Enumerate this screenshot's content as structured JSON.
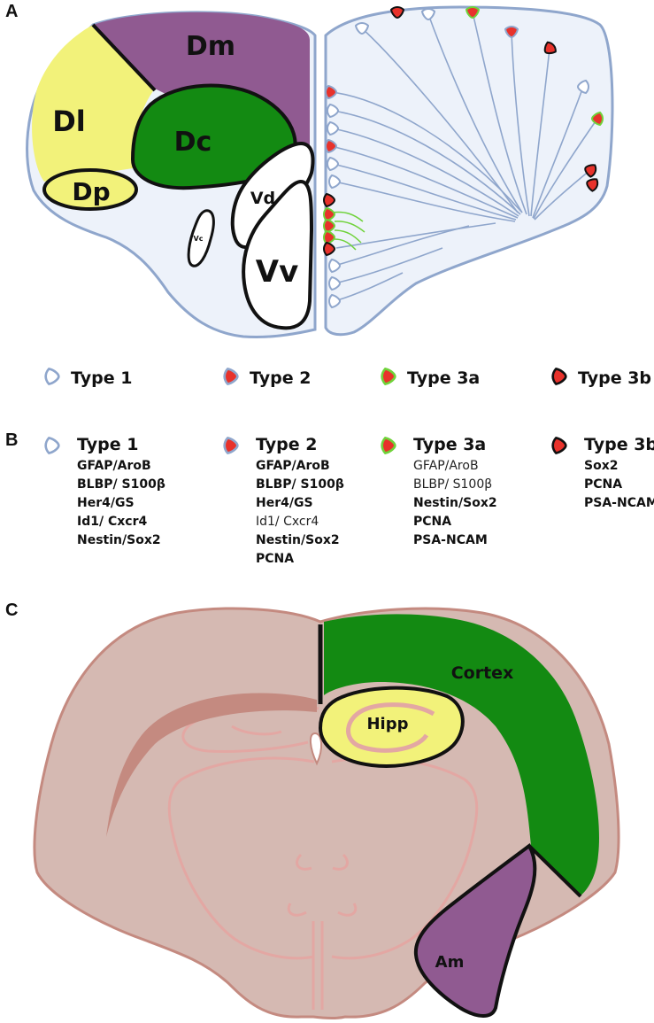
{
  "panels": {
    "a": "A",
    "b": "B",
    "c": "C"
  },
  "regions_a": {
    "dm": "Dm",
    "dl": "Dl",
    "dc": "Dc",
    "dp": "Dp",
    "vd": "Vd",
    "vc": "Vc",
    "vv": "Vv"
  },
  "cell_types": [
    {
      "label": "Type 1",
      "icon": "radial-glia-empty-icon",
      "fill": "#ffffff",
      "stroke": "#8fa6cc"
    },
    {
      "label": "Type 2",
      "icon": "radial-glia-red-icon",
      "fill": "#e8322b",
      "stroke": "#8fa6cc"
    },
    {
      "label": "Type 3a",
      "icon": "neuroblast-green-icon",
      "fill": "#e8322b",
      "stroke": "#6fd23a"
    },
    {
      "label": "Type 3b",
      "icon": "neuroblast-black-icon",
      "fill": "#e8322b",
      "stroke": "#111111"
    }
  ],
  "markers": [
    {
      "title": "Type 1",
      "lines": [
        {
          "text": "GFAP/AroB",
          "positive": true
        },
        {
          "text": "BLBP/ S100β",
          "positive": true
        },
        {
          "text": "Her4/GS",
          "positive": true
        },
        {
          "text": "Id1/ Cxcr4",
          "positive": true
        },
        {
          "text": "Nestin/Sox2",
          "positive": true
        }
      ]
    },
    {
      "title": "Type 2",
      "lines": [
        {
          "text": "GFAP/AroB",
          "positive": true
        },
        {
          "text": "BLBP/ S100β",
          "positive": true
        },
        {
          "text": "Her4/GS",
          "positive": true
        },
        {
          "text": "Id1/ Cxcr4",
          "positive": false
        },
        {
          "text": "Nestin/Sox2",
          "positive": true
        },
        {
          "text": "PCNA",
          "positive": true
        }
      ]
    },
    {
      "title": "Type 3a",
      "lines": [
        {
          "text": "GFAP/AroB",
          "positive": false
        },
        {
          "text": "BLBP/ S100β",
          "positive": false
        },
        {
          "text": "Nestin/Sox2",
          "positive": true
        },
        {
          "text": "PCNA",
          "positive": true
        },
        {
          "text": "PSA-NCAM",
          "positive": true
        }
      ]
    },
    {
      "title": "Type 3b",
      "lines": [
        {
          "text": "Sox2",
          "positive": true
        },
        {
          "text": "PCNA",
          "positive": true
        },
        {
          "text": "PSA-NCAM",
          "positive": true
        }
      ]
    }
  ],
  "regions_c": {
    "cortex": "Cortex",
    "hipp": "Hipp",
    "am": "Am"
  },
  "colors": {
    "dm": "#905a91",
    "dl": "#f2f27a",
    "dc": "#138a12",
    "ventricle_fill": "#edf2fa",
    "outline": "#8fa6cc",
    "brain": "#d5b9b2",
    "brain_outline": "#c48a80",
    "cortex": "#138a12",
    "hipp": "#f2f27a",
    "am": "#905a91"
  }
}
